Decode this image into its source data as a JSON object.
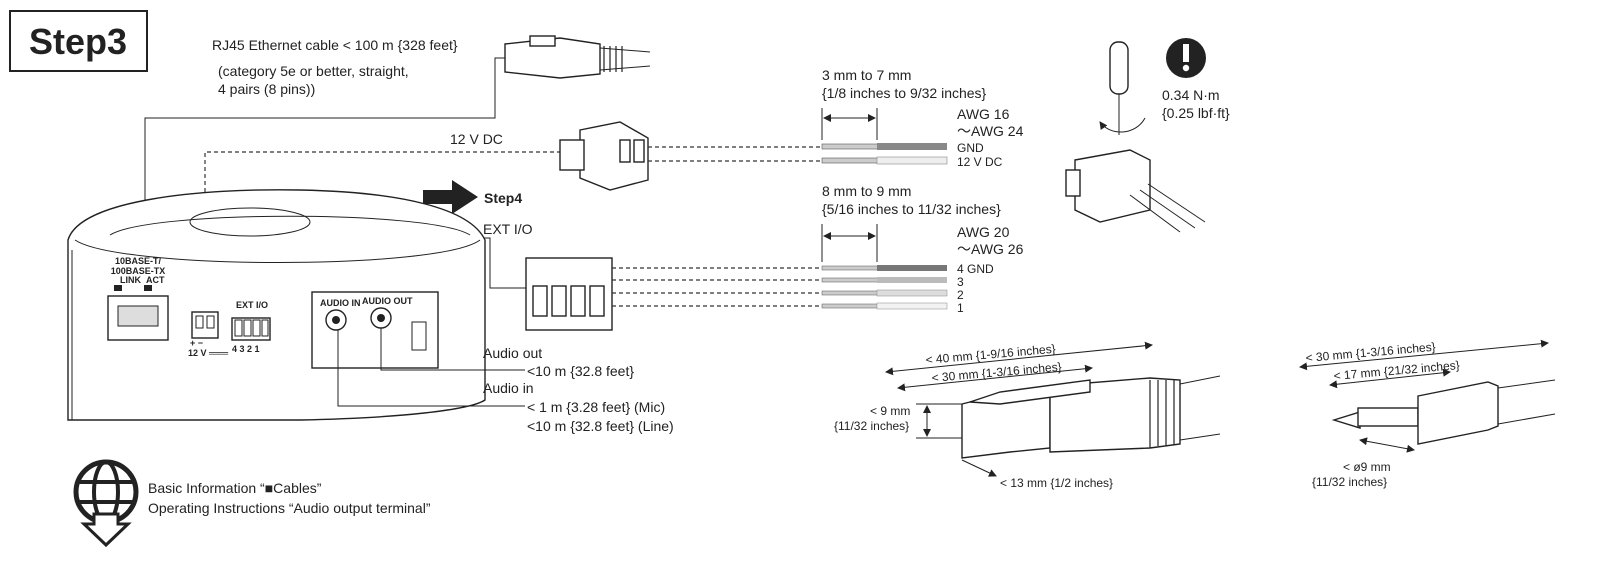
{
  "step": {
    "title": "Step3",
    "next": "Step4"
  },
  "rj45": {
    "title": "RJ45 Ethernet cable < 100 m {328 feet}",
    "note1": "(category 5e or better, straight,",
    "note2": "4 pairs (8 pins))"
  },
  "power": {
    "label": "12 V DC",
    "strip1": "3 mm to 7 mm",
    "strip2": "{1/8 inches to 9/32 inches}",
    "awg1": "AWG 16",
    "awg2": "～AWG 24",
    "wire1": "GND",
    "wire2": "12 V DC"
  },
  "torque": {
    "value": "0.34 N·m",
    "imperial": "{0.25 lbf·ft}"
  },
  "extio": {
    "label": "EXT I/O",
    "strip1": "8 mm to 9 mm",
    "strip2": "{5/16 inches to 11/32 inches}",
    "awg1": "AWG 20",
    "awg2": "～AWG 26",
    "wires": [
      "4  GND",
      "3",
      "2",
      "1"
    ]
  },
  "camera": {
    "lan1": "10BASE-T/",
    "lan2": "100BASE-TX",
    "link": "LINK",
    "act": "ACT",
    "extio": "EXT I/O",
    "extio_pins": "4  3  2  1",
    "power_pins": "+  −",
    "power_label": "12 V ═══",
    "audio_in": "AUDIO IN",
    "audio_out": "AUDIO OUT"
  },
  "audio": {
    "out_label": "Audio out",
    "out_len": "<10 m {32.8 feet}",
    "in_label": "Audio in",
    "in_mic": "<  1 m {3.28 feet} (Mic)",
    "in_line": "<10 m {32.8 feet} (Line)"
  },
  "rj45dim": {
    "d1": "< 40 mm {1-9/16 inches}",
    "d2": "< 30 mm {1-3/16 inches}",
    "h1": "< 9 mm",
    "h2": "{11/32 inches}",
    "w": "< 13 mm {1/2 inches}"
  },
  "plugdim": {
    "d1": "< 30 mm {1-3/16 inches}",
    "d2": "< 17 mm {21/32 inches}",
    "dia1": "< ø9 mm",
    "dia2": "{11/32 inches}"
  },
  "refs": {
    "line1": "Basic Information “■Cables”",
    "line2": "Operating Instructions “Audio output terminal”"
  }
}
